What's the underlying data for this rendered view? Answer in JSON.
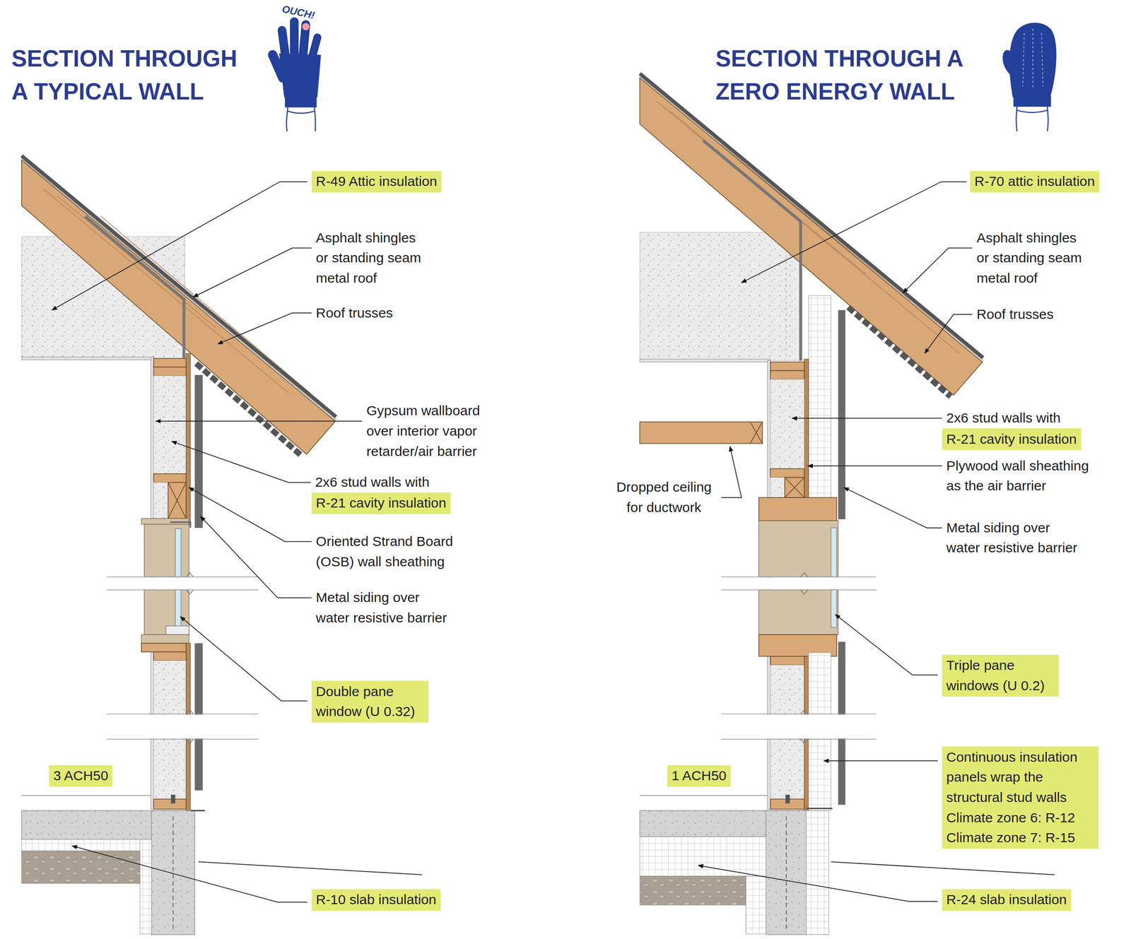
{
  "diagram": {
    "labels": [
      "SECTION THROUGH A TYPICAL WALL",
      "OUCH!",
      "R-49 Attic insulation",
      "Asphalt shingles or standing seam metal roof",
      "Roof trusses",
      "Gypsum wallboard over interior vapor retarder/air barrier",
      "2x6 stud walls with",
      "R-21 cavity insulation",
      "Oriented Strand Board (OSB) wall sheathing",
      "Metal siding over water resistive barrier",
      "Double pane window (U 0.32)",
      "3 ACH50",
      "R-10 slab insulation",
      "SECTION THROUGH A ZERO ENERGY WALL",
      "R-70 attic insulation",
      "Asphalt shingles or standing seam metal roof",
      "Roof trusses",
      "2x6 stud walls with",
      "R-21 cavity insulation",
      "Plywood wall sheathing as the air barrier",
      "Dropped ceiling for ductwork",
      "Metal siding over water resistive barrier",
      "Triple pane windows (U 0.2)",
      "Continuous insulation panels wrap the structural stud walls Climate zone 6: R-12 Climate zone 7: R-15",
      "1 ACH50",
      "R-24 slab insulation"
    ]
  }
}
